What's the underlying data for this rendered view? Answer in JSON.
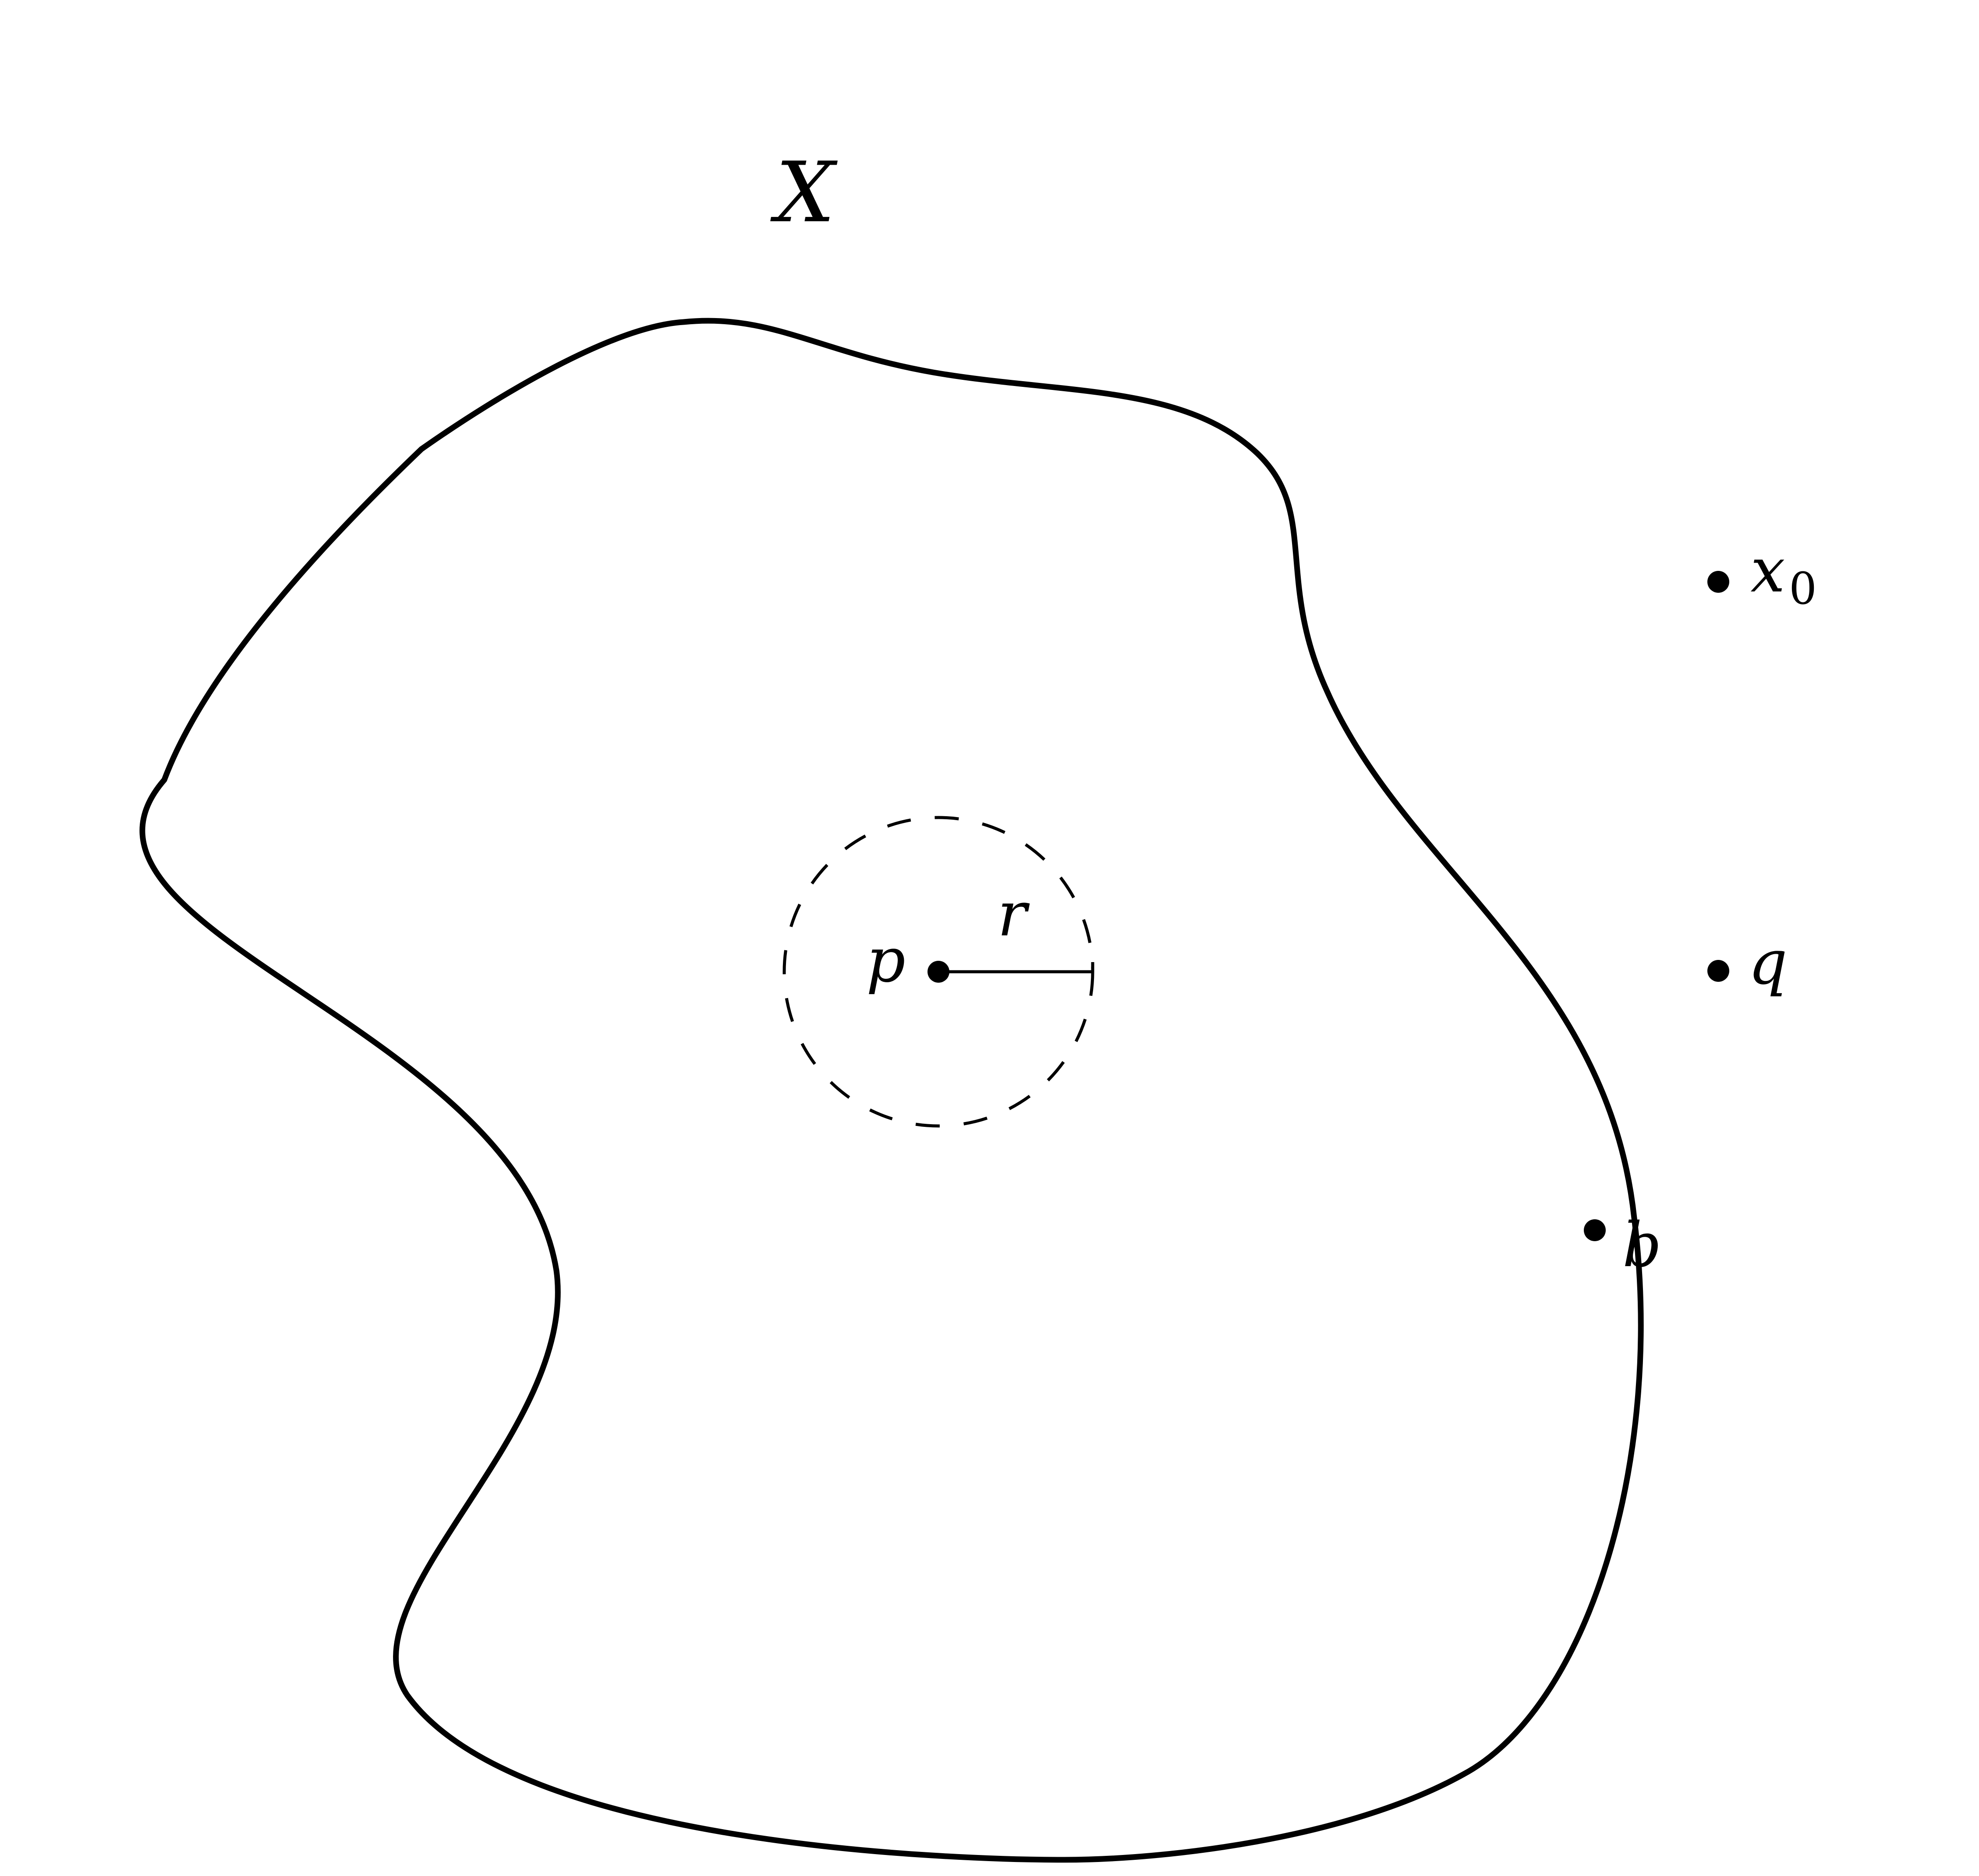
{
  "figure": {
    "set_label": "X",
    "boundary_point_label": "b",
    "center_point_label": "p",
    "radius_label": "r",
    "outside_point_q_label": "q",
    "outside_point_x0_main": "x",
    "outside_point_x0_subscript": "0"
  },
  "colors": {
    "stroke": "#000000",
    "background": "#ffffff"
  }
}
